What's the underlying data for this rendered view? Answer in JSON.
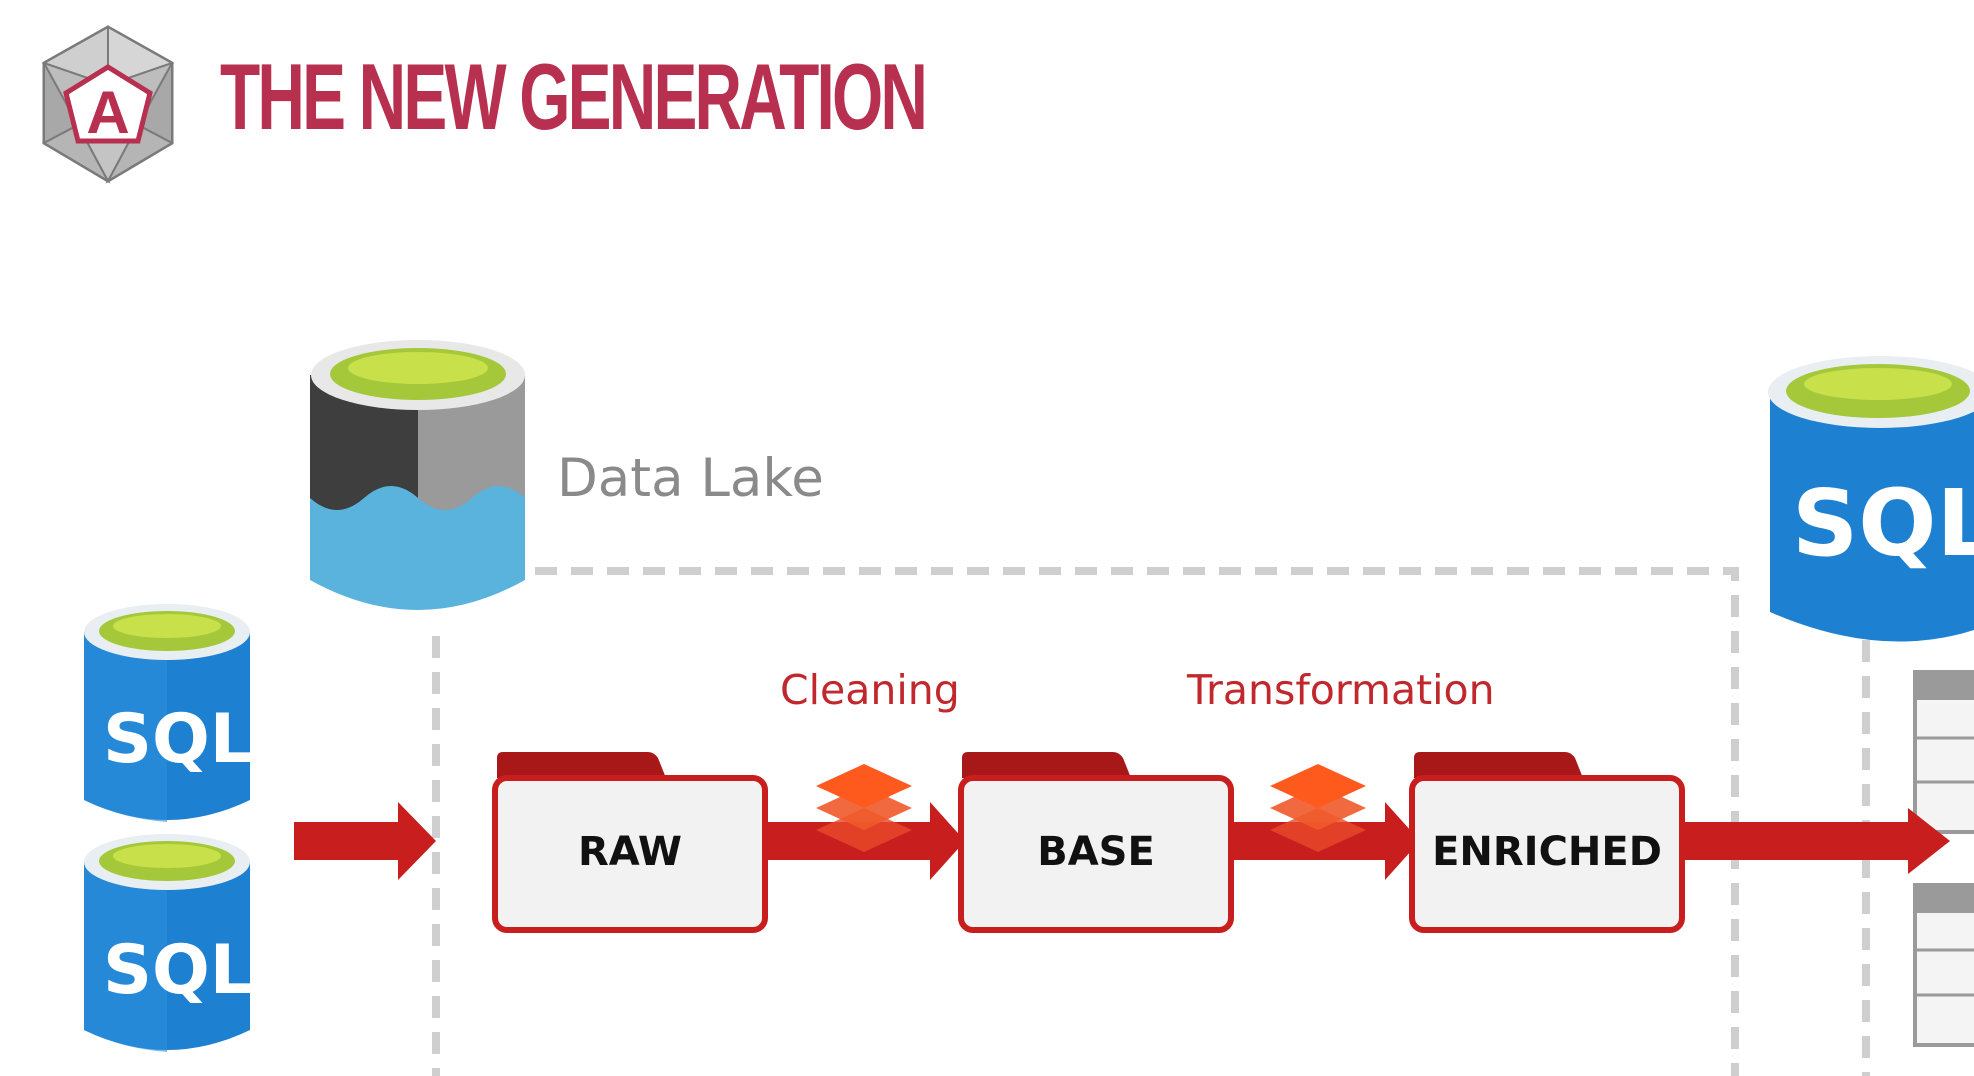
{
  "slide": {
    "title": "THE NEW GENERATION",
    "logo_letter": "A",
    "accent_color": "#b8304f",
    "flow_color": "#c81e1e"
  },
  "data_lake": {
    "label": "Data Lake"
  },
  "sources": {
    "left_top": "SQL",
    "left_bottom": "SQL",
    "right": "SQL"
  },
  "stages": {
    "cleaning": "Cleaning",
    "transformation": "Transformation"
  },
  "folders": {
    "raw": "RAW",
    "base": "BASE",
    "enriched": "ENRICHED"
  }
}
